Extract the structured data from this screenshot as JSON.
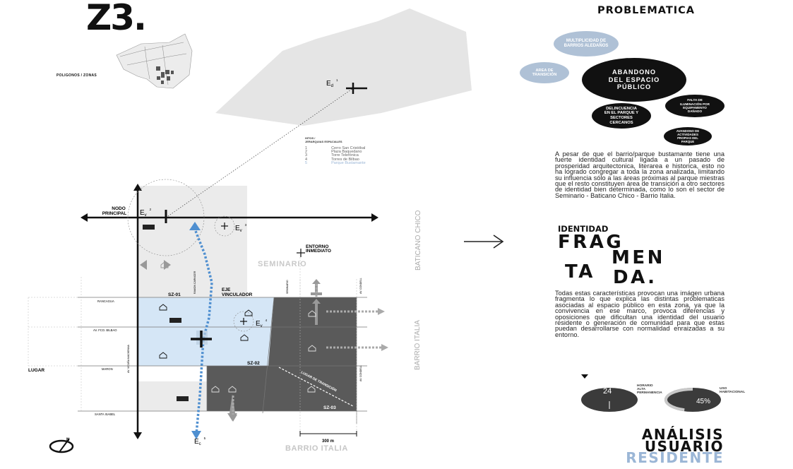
{
  "header": {
    "zone": "Z3.",
    "polygons_label": "POLIGONOS / ZONAS"
  },
  "hitos": {
    "title": [
      "HITOS /",
      "JERARQUIAS ESPACIALES"
    ],
    "items": [
      {
        "num": "1",
        "name": "Cerro San Cristóbal"
      },
      {
        "num": "2",
        "name": "Plaza Baquedano"
      },
      {
        "num": "3",
        "name": "Torre Telefónica"
      },
      {
        "num": "4",
        "name": "Torres de Bilbao"
      },
      {
        "num": "5",
        "name": "Parque Bustamante"
      }
    ]
  },
  "map": {
    "ed": "E",
    "ed_sub": "d",
    "ed_num": "1",
    "ev": "E",
    "ev_sub": "v",
    "ev2_num": "2",
    "ev3_num": "3",
    "ev4_num": "4",
    "ec": "E",
    "ec_sub": "c",
    "ec_num": "5",
    "nodo_principal": [
      "NODO",
      "PRINCIPAL"
    ],
    "entorno_inmediato": [
      "ENTORNO",
      "INMEDIATO"
    ],
    "seminario": "SEMINARIO",
    "baticano_chico": "BATICANO CHICO",
    "barrio_italia_side": "BARRIO ITALIA",
    "barrio_italia_bottom": "BARRIO ITALIA",
    "sz01": "SZ-01",
    "sz02": "SZ-02",
    "sz03": "SZ-03",
    "eje_vinculador": [
      "EJE",
      "VINCULADOR"
    ],
    "lugar": "LUGAR",
    "lugar_transicion": "LUGAR DE TRANSICIÓN",
    "streets": {
      "rancagua": "RANCAGUA",
      "bilbao": "AV. FCO. BILBAO",
      "maron": "MARON",
      "santa_isabel": "SANTA ISABEL",
      "ramon_carnicer": "RAMON CARNICER",
      "seminario_st": "SEMINARIO",
      "condell_top": "AV. CONDELL",
      "condell_bottom": "AV. CONDELL",
      "vicuna": "AV. VICUÑA MACKENNA"
    },
    "scale": "300 m",
    "north": "N"
  },
  "problematica": {
    "title": "PROBLEMATICA",
    "bubbles": {
      "multiplicidad": "MULTIPLICIDAD DE BARRIOS ALEDAÑOS",
      "transicion": "AREA DE TRANSICIÓN",
      "abandono": "ABANDONO DEL ESPACIO PÚBLICO",
      "iluminacion": "FALTA DE ILUMINACIÓN POR EQUIPAMENTO DAÑADO",
      "delincuencia": "DELINCUENCIA EN EL PARQUE Y SECTORES CERCANOS",
      "actividades": "AVANDONO DE ACTIVIDADES PROPIAS DEL PARQUE"
    },
    "paragraph": "A pesar de que el barrio/parque bustamante tiene una fuerte identidad cultural ligada a un pasado de prosperidad arquitectonica, literarea e historica, esto no ha logrado congregar a toda la zona analizada, limitando su influencia sólo a las áreas próximas al parque miestras que el resto constituyen área de transición a otro sectores de identidad bien determinada, como lo son el sector de Seminario - Baticano Chico - Barrio Italia."
  },
  "identidad": {
    "title": "IDENTIDAD",
    "line1": "FRAG",
    "line2": "MEN",
    "line3": "TA",
    "line4": "DA.",
    "paragraph": "Todas estas características provocan una imágen urbana fragmenta lo que explica las distintas problematicas asociadas al espacio público en esta zona, ya que la convivencia en ese marco, provoca diferencias y oposiciones que dificultan una identidad del usuario residente o generación de comunidad para que estas puedan desarrollarse con normalidad enraizadas a su entorno."
  },
  "stats": {
    "horario_label": [
      "HORARIO",
      "ALTA",
      "PERMANENCIA"
    ],
    "horario_value": "24",
    "uso_label": [
      "USO",
      "HABITACIONAL"
    ],
    "uso_value": "45%",
    "uso_fraction": 0.45
  },
  "footer": {
    "line1": "ANÁLISIS",
    "line2": "USUARIO",
    "line3": "RESIDENTE"
  },
  "colors": {
    "accent_blue": "#9bb6d6",
    "dashed_blue": "#4f8fd0",
    "light_blue_zone": "#d5e6f6",
    "dark_zone": "#5a5a5a",
    "gray_shape": "#e5e5e5"
  }
}
